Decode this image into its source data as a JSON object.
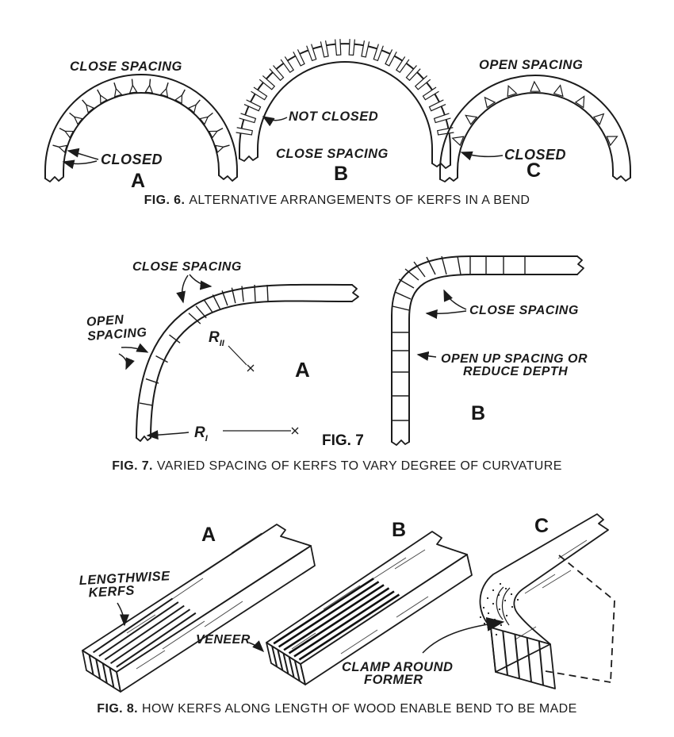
{
  "page": {
    "paper_color": "#ffffff",
    "ink_color": "#1b1b1b"
  },
  "fig6": {
    "caption_label": "FIG. 6.",
    "caption_text": "ALTERNATIVE ARRANGEMENTS OF KERFS IN A BEND",
    "arch_a": {
      "top_label": "CLOSE SPACING",
      "kerf_label": "CLOSED",
      "letter": "A"
    },
    "arch_b": {
      "kerf_label": "NOT CLOSED",
      "bottom_label": "CLOSE SPACING",
      "letter": "B"
    },
    "arch_c": {
      "top_label": "OPEN SPACING",
      "kerf_label": "CLOSED",
      "letter": "C"
    }
  },
  "fig7": {
    "caption_label": "FIG. 7.",
    "caption_text": "VARIED SPACING OF KERFS TO VARY DEGREE OF CURVATURE",
    "inline_label": "FIG. 7",
    "a": {
      "close_label": "CLOSE SPACING",
      "open_label_line1": "OPEN",
      "open_label_line2": "SPACING",
      "radius_inner": "R",
      "radius_inner_sub": "II",
      "radius_outer": "R",
      "radius_outer_sub": "I",
      "letter": "A"
    },
    "b": {
      "close_label": "CLOSE SPACING",
      "open_label_line1": "OPEN UP SPACING OR",
      "open_label_line2": "REDUCE DEPTH",
      "letter": "B"
    }
  },
  "fig8": {
    "caption_label": "FIG. 8.",
    "caption_text": "HOW KERFS ALONG LENGTH OF WOOD ENABLE BEND TO BE MADE",
    "a": {
      "kerf_label_line1": "LENGTHWISE",
      "kerf_label_line2": "KERFS",
      "letter": "A"
    },
    "b": {
      "veneer_label": "VENEER",
      "letter": "B"
    },
    "c": {
      "clamp_label_line1": "CLAMP AROUND",
      "clamp_label_line2": "FORMER",
      "letter": "C"
    }
  }
}
